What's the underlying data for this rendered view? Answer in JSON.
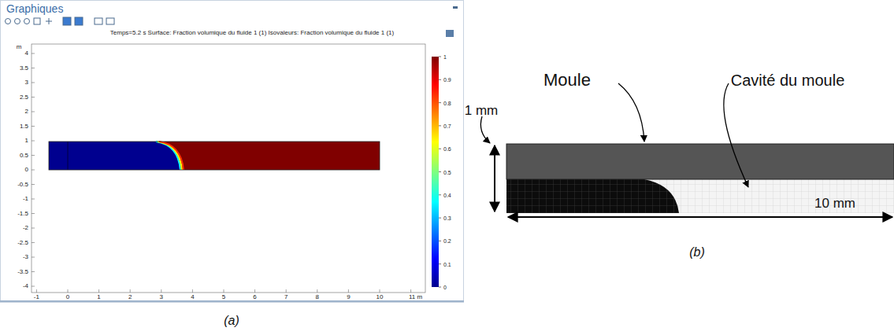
{
  "diagram": {
    "labels": [
      "Graphiques",
      "Temps=5.2 s Surface: Fraction volumique du fluide 1 (1) Isovaleurs: Fraction volumique du fluide 1 (1)",
      "m",
      "4",
      "3.5",
      "3",
      "2.5",
      "2",
      "1.5",
      "1",
      "0.5",
      "0",
      "-0.5",
      "-1",
      "-1.5",
      "-2",
      "-2.5",
      "-3",
      "-3.5",
      "-4",
      "-1",
      "0",
      "1",
      "2",
      "3",
      "4",
      "5",
      "6",
      "7",
      "8",
      "9",
      "10",
      "11 m",
      "1",
      "0.9",
      "0.8",
      "0.7",
      "0.6",
      "0.5",
      "0.4",
      "0.3",
      "0.2",
      "0.1",
      "0",
      "(a)",
      "1 mm",
      "Moule",
      "Cavité du moule",
      "10 mm",
      "(b)"
    ]
  }
}
